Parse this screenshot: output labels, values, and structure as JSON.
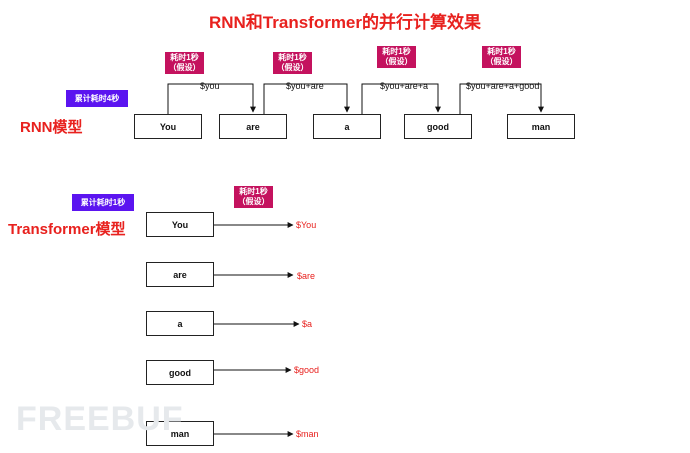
{
  "title": "RNN和Transformer的并行计算效果",
  "rnn": {
    "label": "RNN模型",
    "total_time": "累计耗时4秒",
    "tokens": [
      "You",
      "are",
      "a",
      "good",
      "man"
    ],
    "step_tags": [
      {
        "line1": "耗时1秒",
        "line2": "（假设）"
      },
      {
        "line1": "耗时1秒",
        "line2": "（假设）"
      },
      {
        "line1": "耗时1秒",
        "line2": "（假设）"
      },
      {
        "line1": "耗时1秒",
        "line2": "（假设）"
      }
    ],
    "hidden_states": [
      "$you",
      "$you+are",
      "$you+are+a",
      "$you+are+a+good"
    ]
  },
  "transformer": {
    "label": "Transformer模型",
    "total_time": "累计耗时1秒",
    "time_tag": {
      "line1": "耗时1秒",
      "line2": "（假设）"
    },
    "tokens": [
      "You",
      "are",
      "a",
      "good",
      "man"
    ],
    "outputs": [
      "$You",
      "$are",
      "$a",
      "$good",
      "$man"
    ]
  },
  "watermark": "FREEBUF",
  "colors": {
    "title_red": "#e8211e",
    "tag_magenta": "#c4125e",
    "badge_purple": "#5b14f0"
  }
}
